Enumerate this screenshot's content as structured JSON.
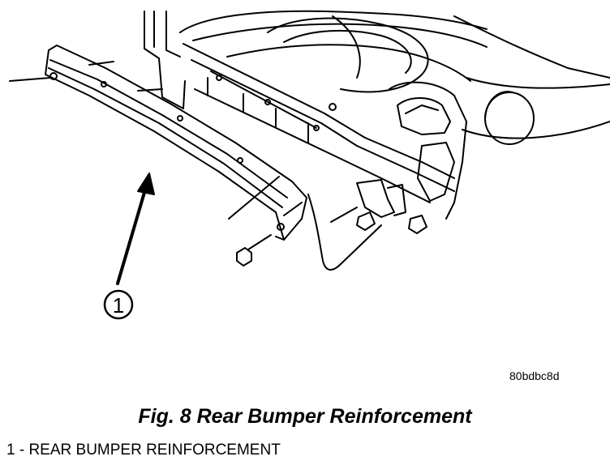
{
  "figure": {
    "code": "80bdbc8d",
    "caption": "Fig. 8 Rear Bumper Reinforcement",
    "callouts": [
      {
        "number": "1",
        "part": "REAR BUMPER REINFORCEMENT"
      }
    ]
  },
  "legend": {
    "items": [
      "1 - REAR BUMPER REINFORCEMENT"
    ]
  }
}
